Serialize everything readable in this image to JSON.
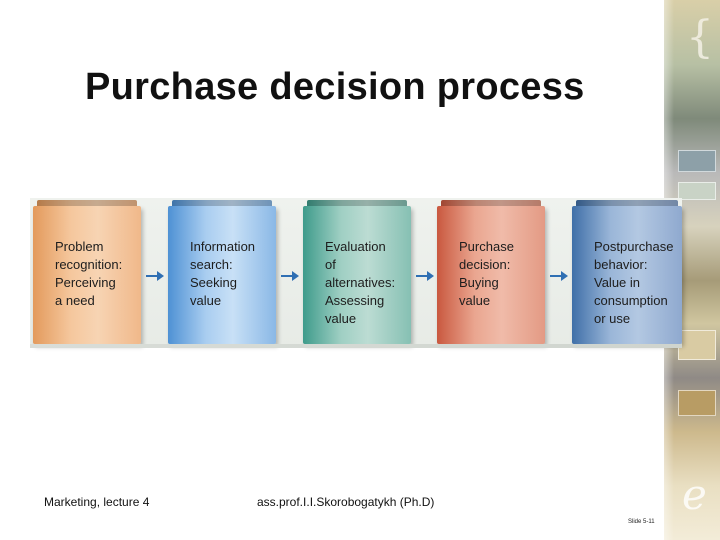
{
  "slide": {
    "title": "Purchase decision process"
  },
  "process": {
    "steps": [
      {
        "text": "Problem\nrecognition:\nPerceiving\na need"
      },
      {
        "text": "Information\nsearch:\nSeeking\nvalue"
      },
      {
        "text": "Evaluation\nof alternatives:\nAssessing\nvalue"
      },
      {
        "text": "Purchase\ndecision:\nBuying\nvalue"
      },
      {
        "text": "Postpurchase\nbehavior:\nValue in\nconsumption\nor use"
      }
    ]
  },
  "footer": {
    "course": "Marketing, lecture 4",
    "author": "ass.prof.I.I.Skorobogatykh (Ph.D)",
    "slide_number": "Slide 5-11"
  },
  "icons": {
    "arrow": "arrow-right-icon",
    "decoration": "decorative-side-image"
  }
}
